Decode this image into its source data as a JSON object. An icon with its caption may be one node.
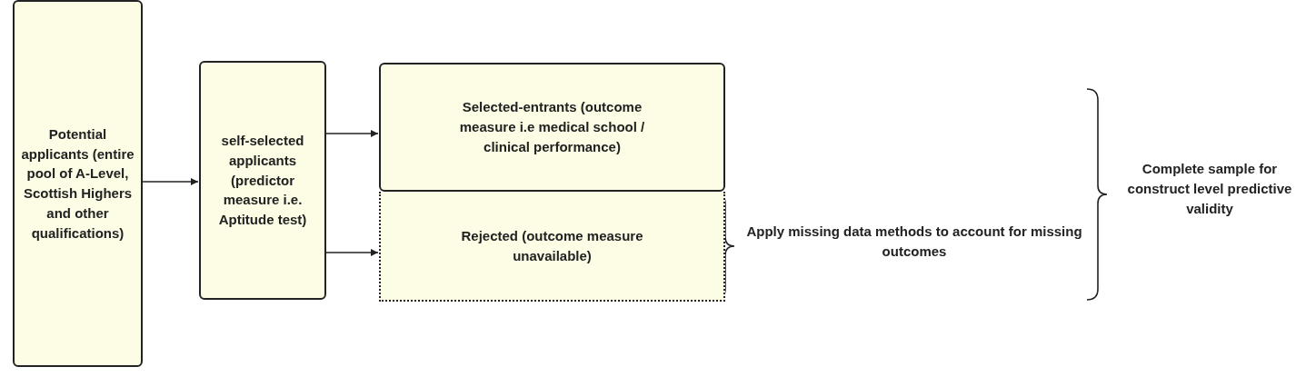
{
  "diagram": {
    "nodes": [
      {
        "text": [
          "Potential applicants (entire pool of A-Level, Scottish Highers and other qualifications)"
        ]
      },
      {
        "text": [
          "self-selected applicants (predictor measure i.e. Aptitude test)"
        ]
      },
      {
        "text": [
          "Selected-entrants (outcome measure i.e medical school / clinical performance)"
        ]
      },
      {
        "text": [
          "Rejected (outcome measure unavailable)"
        ]
      }
    ],
    "edges": [
      {
        "from": 0,
        "to": 1,
        "arrow": "to"
      },
      {
        "from": 1,
        "to": 2,
        "arrow": "to"
      },
      {
        "from": 1,
        "to": 3,
        "arrow": "to"
      }
    ],
    "labels": [
      "Apply missing data methods to account for missing outcomes",
      "Complete sample for construct level predictive validity"
    ]
  }
}
